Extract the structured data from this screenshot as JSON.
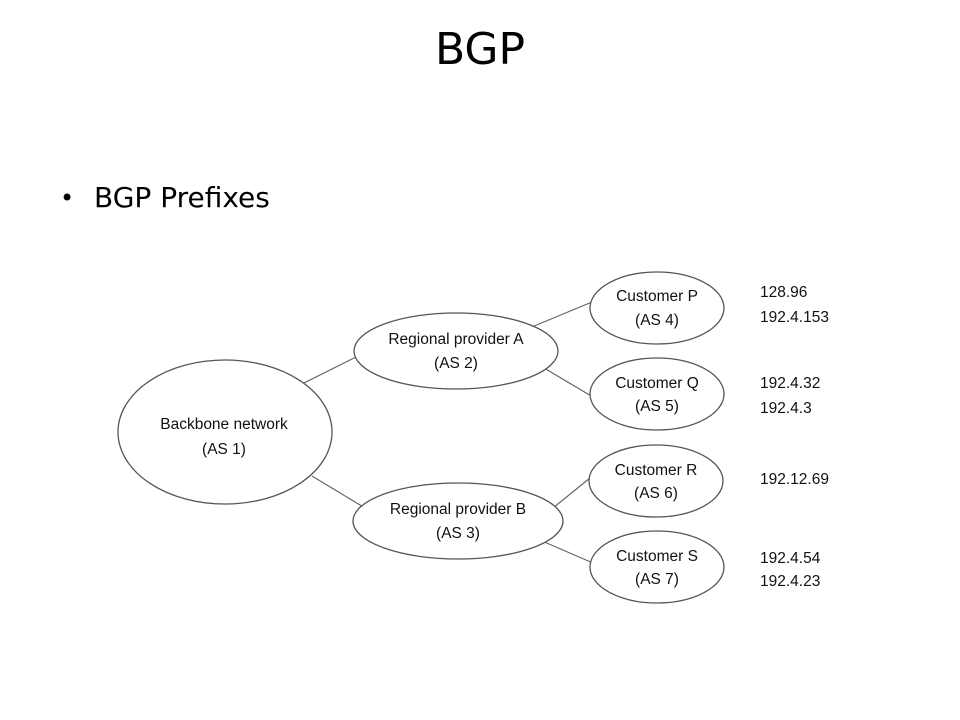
{
  "slide": {
    "title": "BGP",
    "bullets": [
      "BGP Prefixes"
    ]
  },
  "diagram": {
    "nodes": {
      "backbone": {
        "name": "Backbone network",
        "as": "(AS 1)"
      },
      "regional_a": {
        "name": "Regional provider A",
        "as": "(AS 2)"
      },
      "regional_b": {
        "name": "Regional provider B",
        "as": "(AS 3)"
      },
      "customer_p": {
        "name": "Customer P",
        "as": "(AS 4)"
      },
      "customer_q": {
        "name": "Customer Q",
        "as": "(AS 5)"
      },
      "customer_r": {
        "name": "Customer R",
        "as": "(AS 6)"
      },
      "customer_s": {
        "name": "Customer S",
        "as": "(AS 7)"
      }
    },
    "prefixes": {
      "customer_p": [
        "128.96",
        "192.4.153"
      ],
      "customer_q": [
        "192.4.32",
        "192.4.3"
      ],
      "customer_r": [
        "192.12.69"
      ],
      "customer_s": [
        "192.4.54",
        "192.4.23"
      ]
    }
  }
}
